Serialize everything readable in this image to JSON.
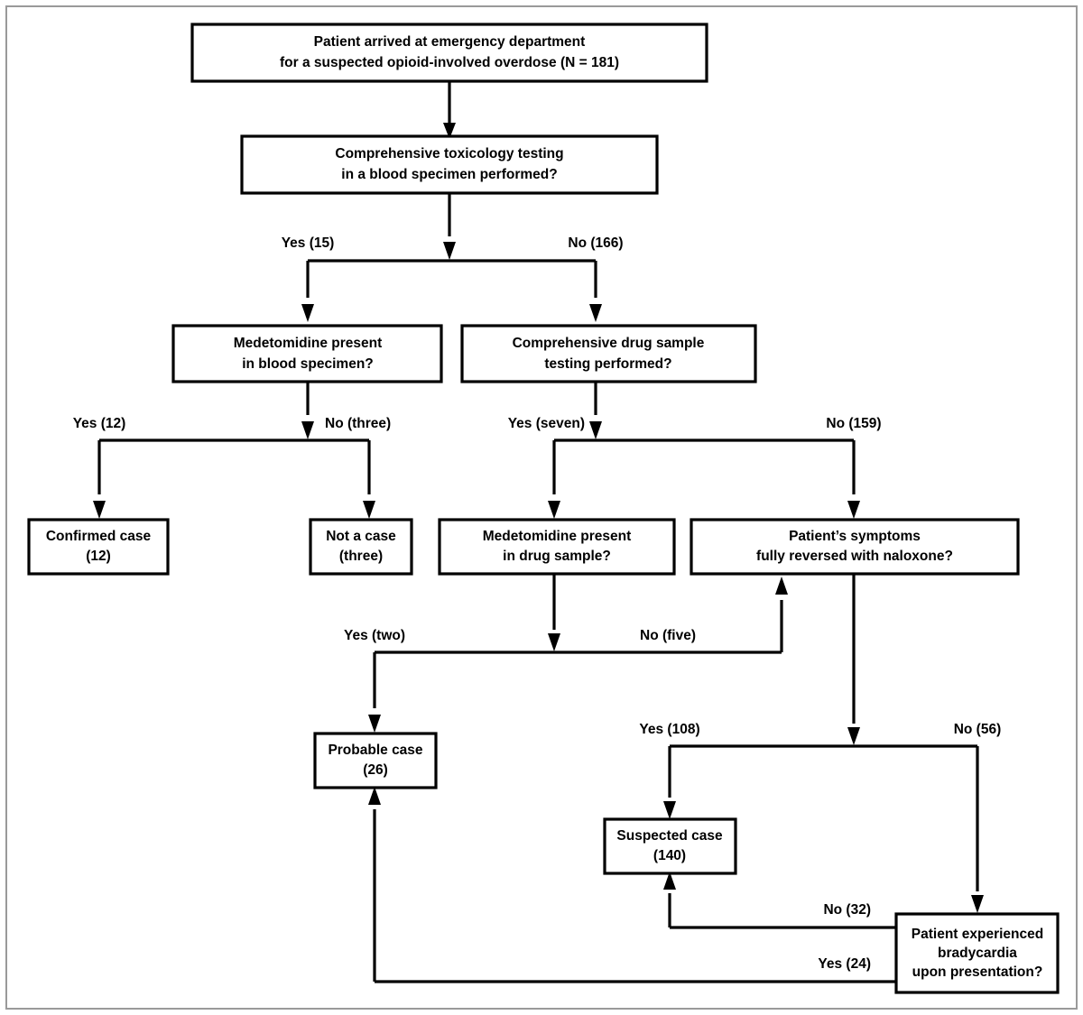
{
  "figure": {
    "type": "flowchart",
    "title": "Opioid-involved overdose medetomidine case classification algorithm",
    "total_n": 181,
    "background_color": "#ffffff",
    "line_color": "#000000",
    "frame_color": "#9a9a9a"
  },
  "nodes": [
    {
      "id": "arrival",
      "kind": "start",
      "line1": "Patient arrived at emergency department",
      "line2": "for a suspected opioid-involved overdose (N = 181)"
    },
    {
      "id": "tox_test",
      "kind": "decision",
      "line1": "Comprehensive toxicology testing",
      "line2": "in a blood specimen performed?"
    },
    {
      "id": "med_blood",
      "kind": "decision",
      "line1": "Medetomidine present",
      "line2": "in blood specimen?"
    },
    {
      "id": "drug_sample_test",
      "kind": "decision",
      "line1": "Comprehensive drug sample",
      "line2": "testing performed?"
    },
    {
      "id": "confirmed",
      "kind": "outcome",
      "line1": "Confirmed case",
      "line2": "(12)"
    },
    {
      "id": "not_a_case",
      "kind": "outcome",
      "line1": "Not a case",
      "line2": "(three)"
    },
    {
      "id": "med_drug_sample",
      "kind": "decision",
      "line1": "Medetomidine present",
      "line2": "in drug sample?"
    },
    {
      "id": "naloxone",
      "kind": "decision",
      "line1": "Patient’s symptoms",
      "line2": "fully reversed with naloxone?"
    },
    {
      "id": "probable",
      "kind": "outcome",
      "line1": "Probable case",
      "line2": "(26)"
    },
    {
      "id": "suspected",
      "kind": "outcome",
      "line1": "Suspected case",
      "line2": "(140)"
    },
    {
      "id": "bradycardia",
      "kind": "decision",
      "line1": "Patient experienced",
      "line2": "bradycardia",
      "line3": "upon presentation?"
    }
  ],
  "edge_labels": {
    "tox_yes": "Yes (15)",
    "tox_no": "No (166)",
    "med_blood_yes": "Yes (12)",
    "med_blood_no": "No (three)",
    "drug_sample_yes": "Yes (seven)",
    "drug_sample_no": "No (159)",
    "med_drug_yes": "Yes (two)",
    "med_drug_no": "No (five)",
    "naloxone_yes": "Yes (108)",
    "naloxone_no": "No (56)",
    "brady_no": "No (32)",
    "brady_yes": "Yes (24)"
  },
  "chart_data": {
    "type": "flowchart",
    "title": "Opioid-involved overdose medetomidine case classification algorithm",
    "counts": {
      "total_arrived": 181,
      "toxicology_testing_yes": 15,
      "toxicology_testing_no": 166,
      "medetomidine_in_blood_yes": 12,
      "medetomidine_in_blood_no": 3,
      "drug_sample_testing_yes": 7,
      "drug_sample_testing_no": 159,
      "medetomidine_in_drug_sample_yes": 2,
      "medetomidine_in_drug_sample_no": 5,
      "naloxone_reversal_yes": 108,
      "naloxone_reversal_no": 56,
      "bradycardia_no": 32,
      "bradycardia_yes": 24,
      "confirmed_case": 12,
      "not_a_case": 3,
      "probable_case": 26,
      "suspected_case": 140
    },
    "edges": [
      {
        "from": "arrival",
        "to": "tox_test",
        "label": ""
      },
      {
        "from": "tox_test",
        "to": "med_blood",
        "label": "Yes (15)"
      },
      {
        "from": "tox_test",
        "to": "drug_sample_test",
        "label": "No (166)"
      },
      {
        "from": "med_blood",
        "to": "confirmed",
        "label": "Yes (12)"
      },
      {
        "from": "med_blood",
        "to": "not_a_case",
        "label": "No (three)"
      },
      {
        "from": "drug_sample_test",
        "to": "med_drug_sample",
        "label": "Yes (seven)"
      },
      {
        "from": "drug_sample_test",
        "to": "naloxone",
        "label": "No (159)"
      },
      {
        "from": "med_drug_sample",
        "to": "probable",
        "label": "Yes (two)"
      },
      {
        "from": "med_drug_sample",
        "to": "naloxone",
        "label": "No (five)"
      },
      {
        "from": "naloxone",
        "to": "suspected",
        "label": "Yes (108)"
      },
      {
        "from": "naloxone",
        "to": "bradycardia",
        "label": "No (56)"
      },
      {
        "from": "bradycardia",
        "to": "suspected",
        "label": "No (32)"
      },
      {
        "from": "bradycardia",
        "to": "probable",
        "label": "Yes (24)"
      }
    ]
  }
}
